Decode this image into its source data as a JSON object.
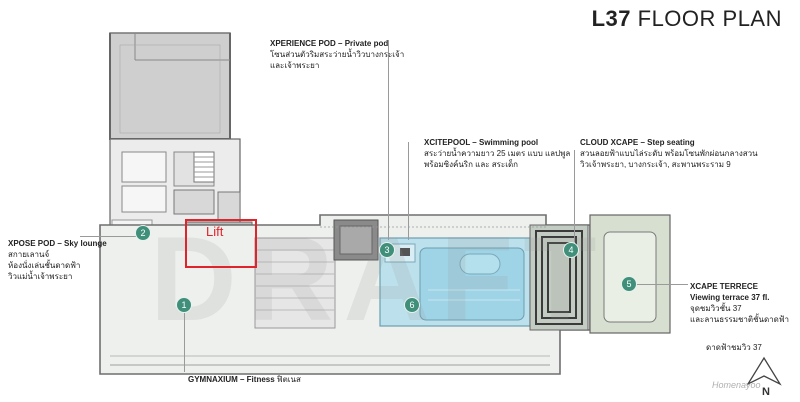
{
  "title": {
    "bold": "L37",
    "rest": "FLOOR PLAN"
  },
  "labels": {
    "xperience": {
      "heading": "XPERIENCE POD – Private pod",
      "line1": "โซนส่วนตัวริมสระว่ายน้ำวิวบางกระเจ้า",
      "line2": "และเจ้าพระยา"
    },
    "xcitepool": {
      "heading": "XCITEPOOL – Swimming pool",
      "line1": "สระว่ายน้ำความยาว 25 เมตร แบบ แลปพูล",
      "line2": "พร้อมซิงค์นริก และ สระเด็ก"
    },
    "cloud": {
      "heading": "CLOUD XCAPE – Step seating",
      "line1": "สวนลอยฟ้าแบบไล่ระดับ พร้อมโซนพักผ่อนกลางสวน",
      "line2": "วิวเจ้าพระยา, บางกระเจ้า, สะพานพระราม 9"
    },
    "xpose": {
      "heading": "XPOSE POD – Sky lounge",
      "line1": "สกายเลานจ์",
      "line2": "ห้องนั่งเล่นชั้นดาดฟ้า",
      "line3": "วิวแม่น้ำเจ้าพระยา"
    },
    "xcape": {
      "heading": "XCAPE TERRECE",
      "line1": "Viewing terrace 37 fl.",
      "line2": "จุดชมวิวชั้น 37",
      "line3": "และลานธรรมชาติชั้นดาดฟ้า"
    },
    "gym": {
      "heading": "GYMNAXIUM – Fitness",
      "suffix": "ฟิตเนส"
    },
    "deck": {
      "text": "ดาดฟ้าชมวิว 37"
    }
  },
  "markers": [
    "1",
    "2",
    "3",
    "4",
    "5",
    "6"
  ],
  "lift": "Lift",
  "watermark_text": "DRAFT",
  "compass": "N",
  "brand": "Homenayoo",
  "colors": {
    "marker": "#3f8f7a",
    "lift": "#e0242b",
    "pool": "#9fd3e6",
    "lawn": "#dfe8d8"
  }
}
